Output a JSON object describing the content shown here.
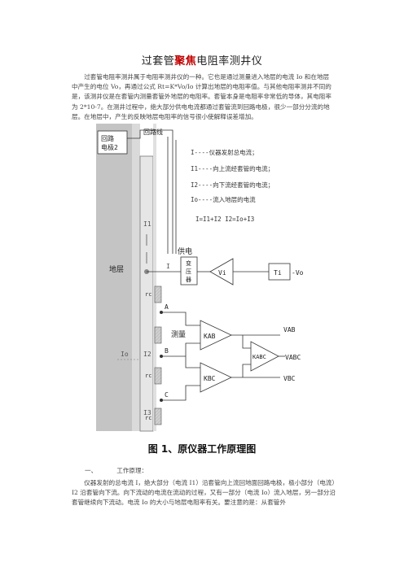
{
  "title": {
    "pre": "过套管",
    "highlight": "聚焦",
    "post": "电阻率测井仪"
  },
  "intro": "过套管电阻率测井属于电阻率测井仪的一种。它也是通过测量进入地层的电流 Io 和在地层中产生的电位 Vo，再通过公式 Rt=K*Vo/Io 计算出地层的电阻率值。与其他电阻率测井不同的是，该测井仪是在套管内测量套管外地层的电阻率。套管本身是电阻率非常低的导体，其电阻率为 2*10-7。在测井过程中，绝大部分供电电流都通过套管流到回路电极，很少一部分分流的地层。在地层中，产生的反映地层电阻率的信号很小使解释误差增加。",
  "figure": {
    "return_line": "回路线",
    "return_electrode_1": "回路",
    "return_electrode_2": "电极2",
    "legend": [
      "I----仪器发射总电流；",
      "I1----向上流经套管的电流；",
      "I2----向下流经套管的电流；",
      "Io----流入地层的电流"
    ],
    "equation": "I=I1+I2   I2=Io+I3",
    "formation": "地层",
    "supply": "供电",
    "transformer_1": "变",
    "transformer_2": "压",
    "transformer_3": "器",
    "measure": "测量",
    "labels": {
      "I1": "I1",
      "I": "I",
      "Io": "Io",
      "I2": "I2",
      "I3": "I3",
      "rc": "rc",
      "A": "A",
      "B": "B",
      "C": "C",
      "Vi": "Vi",
      "Ti": "Ti",
      "Vo": "-Vo",
      "KAB": "KAB",
      "KBC": "KBC",
      "KABC": "KABC",
      "VAB": "VAB",
      "VABC": "VABC",
      "VBC": "VBC"
    }
  },
  "caption": "图 1、原仪器工作原理图",
  "section": {
    "num": "一、",
    "title": "工作原理："
  },
  "body": "仪器发射的总电流 I，绝大部分（电流 I1）沿套管向上流回地面回路电极，极小部分（电流）I2 沿套管向下流。向下流动的电流在流动的过程，又有一部分（电流 Io）流入地层，另一部分沿套管继续向下流动。电流 Io 的大小与地层电阻率有关。要注意的是：从套管外"
}
